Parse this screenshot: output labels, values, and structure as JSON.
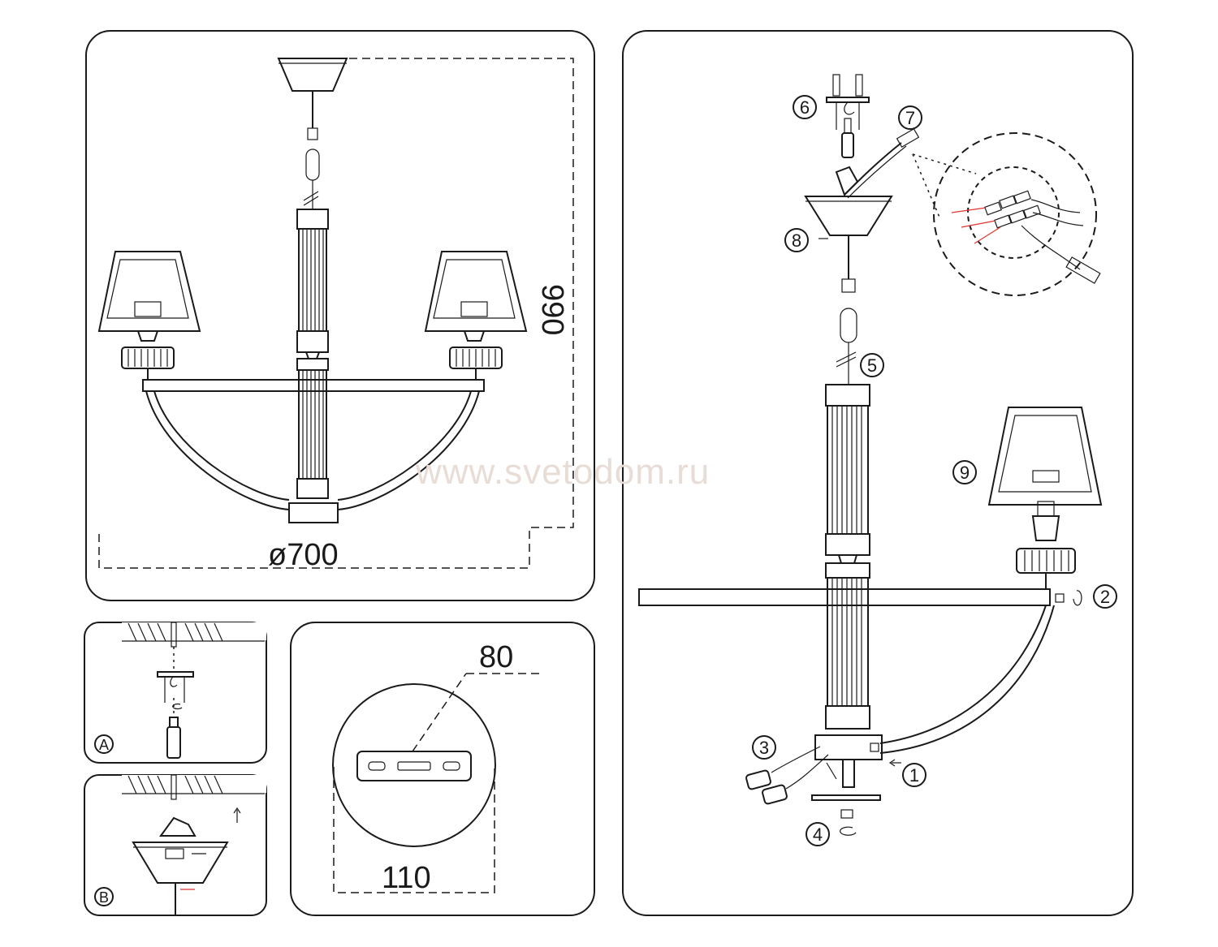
{
  "watermark": "www.svetodom.ru",
  "dimensions": {
    "diameter": "ø700",
    "height": "990",
    "mount_width": "110",
    "mount_slot": "80"
  },
  "inset_labels": [
    "A",
    "B"
  ],
  "step_labels": [
    "1",
    "2",
    "3",
    "4",
    "5",
    "6",
    "7",
    "8",
    "9"
  ],
  "colors": {
    "line": "#1a1a1a",
    "wire_red": "#e0342f",
    "watermark": "#e8dcd7"
  }
}
